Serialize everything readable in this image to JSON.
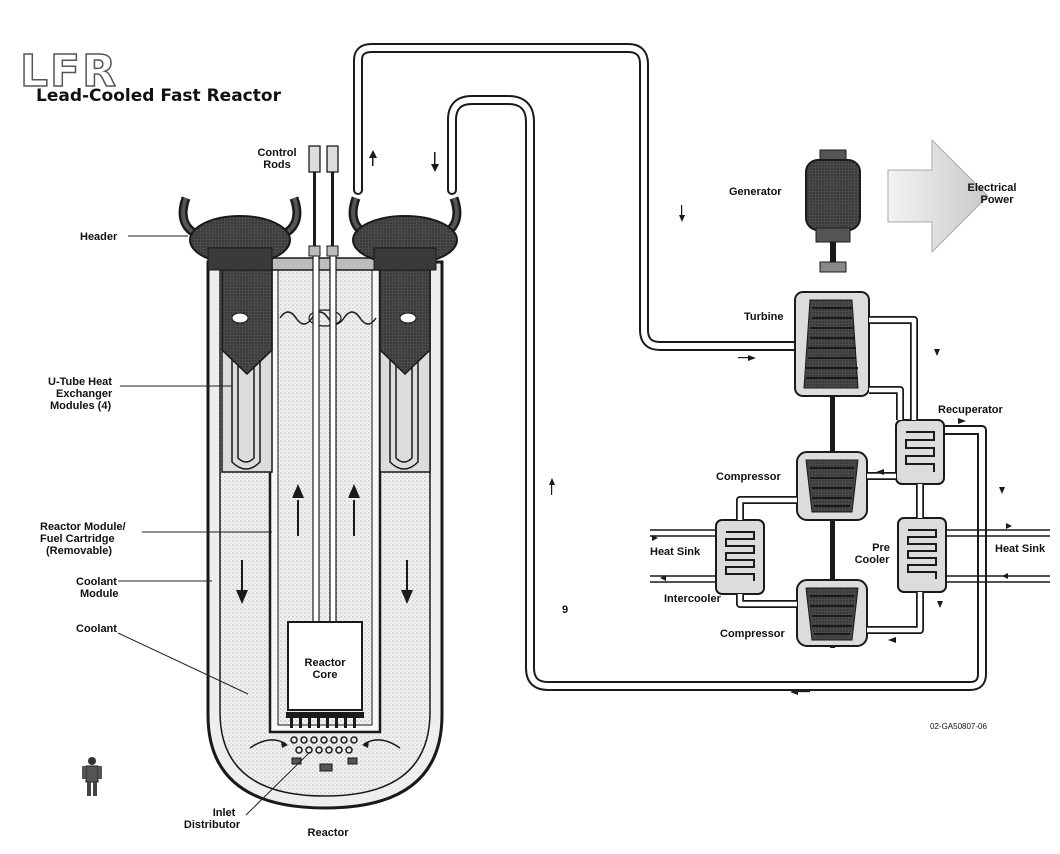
{
  "logo_text": "LFR",
  "title": "Lead-Cooled Fast Reactor",
  "labels": {
    "control_rods_1": "Control",
    "control_rods_2": "Rods",
    "header": "Header",
    "u_tube_1": "U-Tube Heat",
    "u_tube_2": "Exchanger",
    "u_tube_3": "Modules (4)",
    "reactor_module_1": "Reactor Module/",
    "reactor_module_2": "Fuel Cartridge",
    "reactor_module_3": "(Removable)",
    "coolant_module_1": "Coolant",
    "coolant_module_2": "Module",
    "coolant": "Coolant",
    "reactor_core_1": "Reactor",
    "reactor_core_2": "Core",
    "inlet_1": "Inlet",
    "inlet_2": "Distributor",
    "reactor": "Reactor",
    "generator": "Generator",
    "electrical_1": "Electrical",
    "electrical_2": "Power",
    "turbine": "Turbine",
    "recuperator": "Recuperator",
    "compressor_top": "Compressor",
    "compressor_bottom": "Compressor",
    "heat_sink_left": "Heat Sink",
    "heat_sink_right": "Heat Sink",
    "precooler_1": "Pre",
    "precooler_2": "Cooler",
    "intercooler": "Intercooler",
    "page_number": "9",
    "figure_id": "02-GA50807-06"
  },
  "colors": {
    "ink": "#1a1a1a",
    "dark_fill": "#3a3a3a",
    "light_fill": "#d9d9d9",
    "paper": "#ffffff"
  }
}
